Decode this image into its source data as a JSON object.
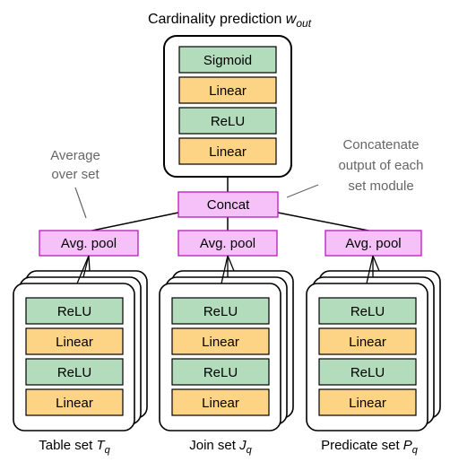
{
  "title": {
    "prefix": "Cardinality prediction ",
    "symbol": "w",
    "subscript": "out"
  },
  "top_module": {
    "layers": [
      "Sigmoid",
      "Linear",
      "ReLU",
      "Linear"
    ]
  },
  "concat_label": "Concat",
  "annotations": {
    "average": [
      "Average",
      "over set"
    ],
    "concatenate": [
      "Concatenate",
      "output of each",
      "set module"
    ]
  },
  "set_modules": [
    {
      "pool_label": "Avg. pool",
      "layers": [
        "ReLU",
        "Linear",
        "ReLU",
        "Linear"
      ],
      "caption_prefix": "Table set ",
      "caption_symbol": "T",
      "caption_subscript": "q"
    },
    {
      "pool_label": "Avg. pool",
      "layers": [
        "ReLU",
        "Linear",
        "ReLU",
        "Linear"
      ],
      "caption_prefix": "Join set ",
      "caption_symbol": "J",
      "caption_subscript": "q"
    },
    {
      "pool_label": "Avg. pool",
      "layers": [
        "ReLU",
        "Linear",
        "ReLU",
        "Linear"
      ],
      "caption_prefix": "Predicate set ",
      "caption_symbol": "P",
      "caption_subscript": "q"
    }
  ],
  "colors": {
    "relu_sigmoid_fill": "#b2dcbc",
    "linear_fill": "#fdd385",
    "pool_concat_fill": "#f6c1f9",
    "pool_concat_border": "#b81abf",
    "annotation_text": "#666666"
  }
}
